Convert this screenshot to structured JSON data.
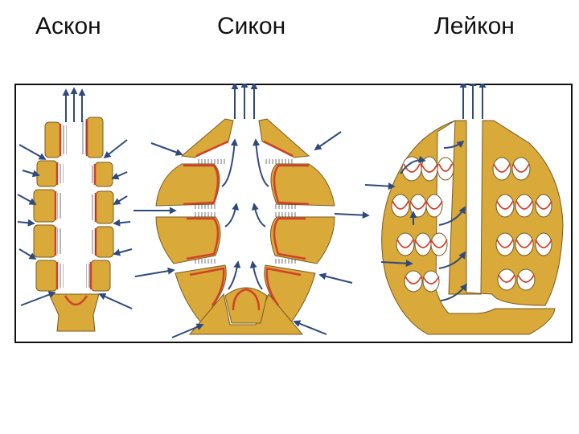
{
  "labels": {
    "ascon": "Аскон",
    "sycon": "Сикон",
    "leucon": "Лейкон"
  },
  "colors": {
    "body": "#D9A93A",
    "outline": "#7A5A20",
    "lining": "#D2402A",
    "arrow": "#2F4A7A",
    "frame": "#111111",
    "canal": "#FFFFFF"
  }
}
